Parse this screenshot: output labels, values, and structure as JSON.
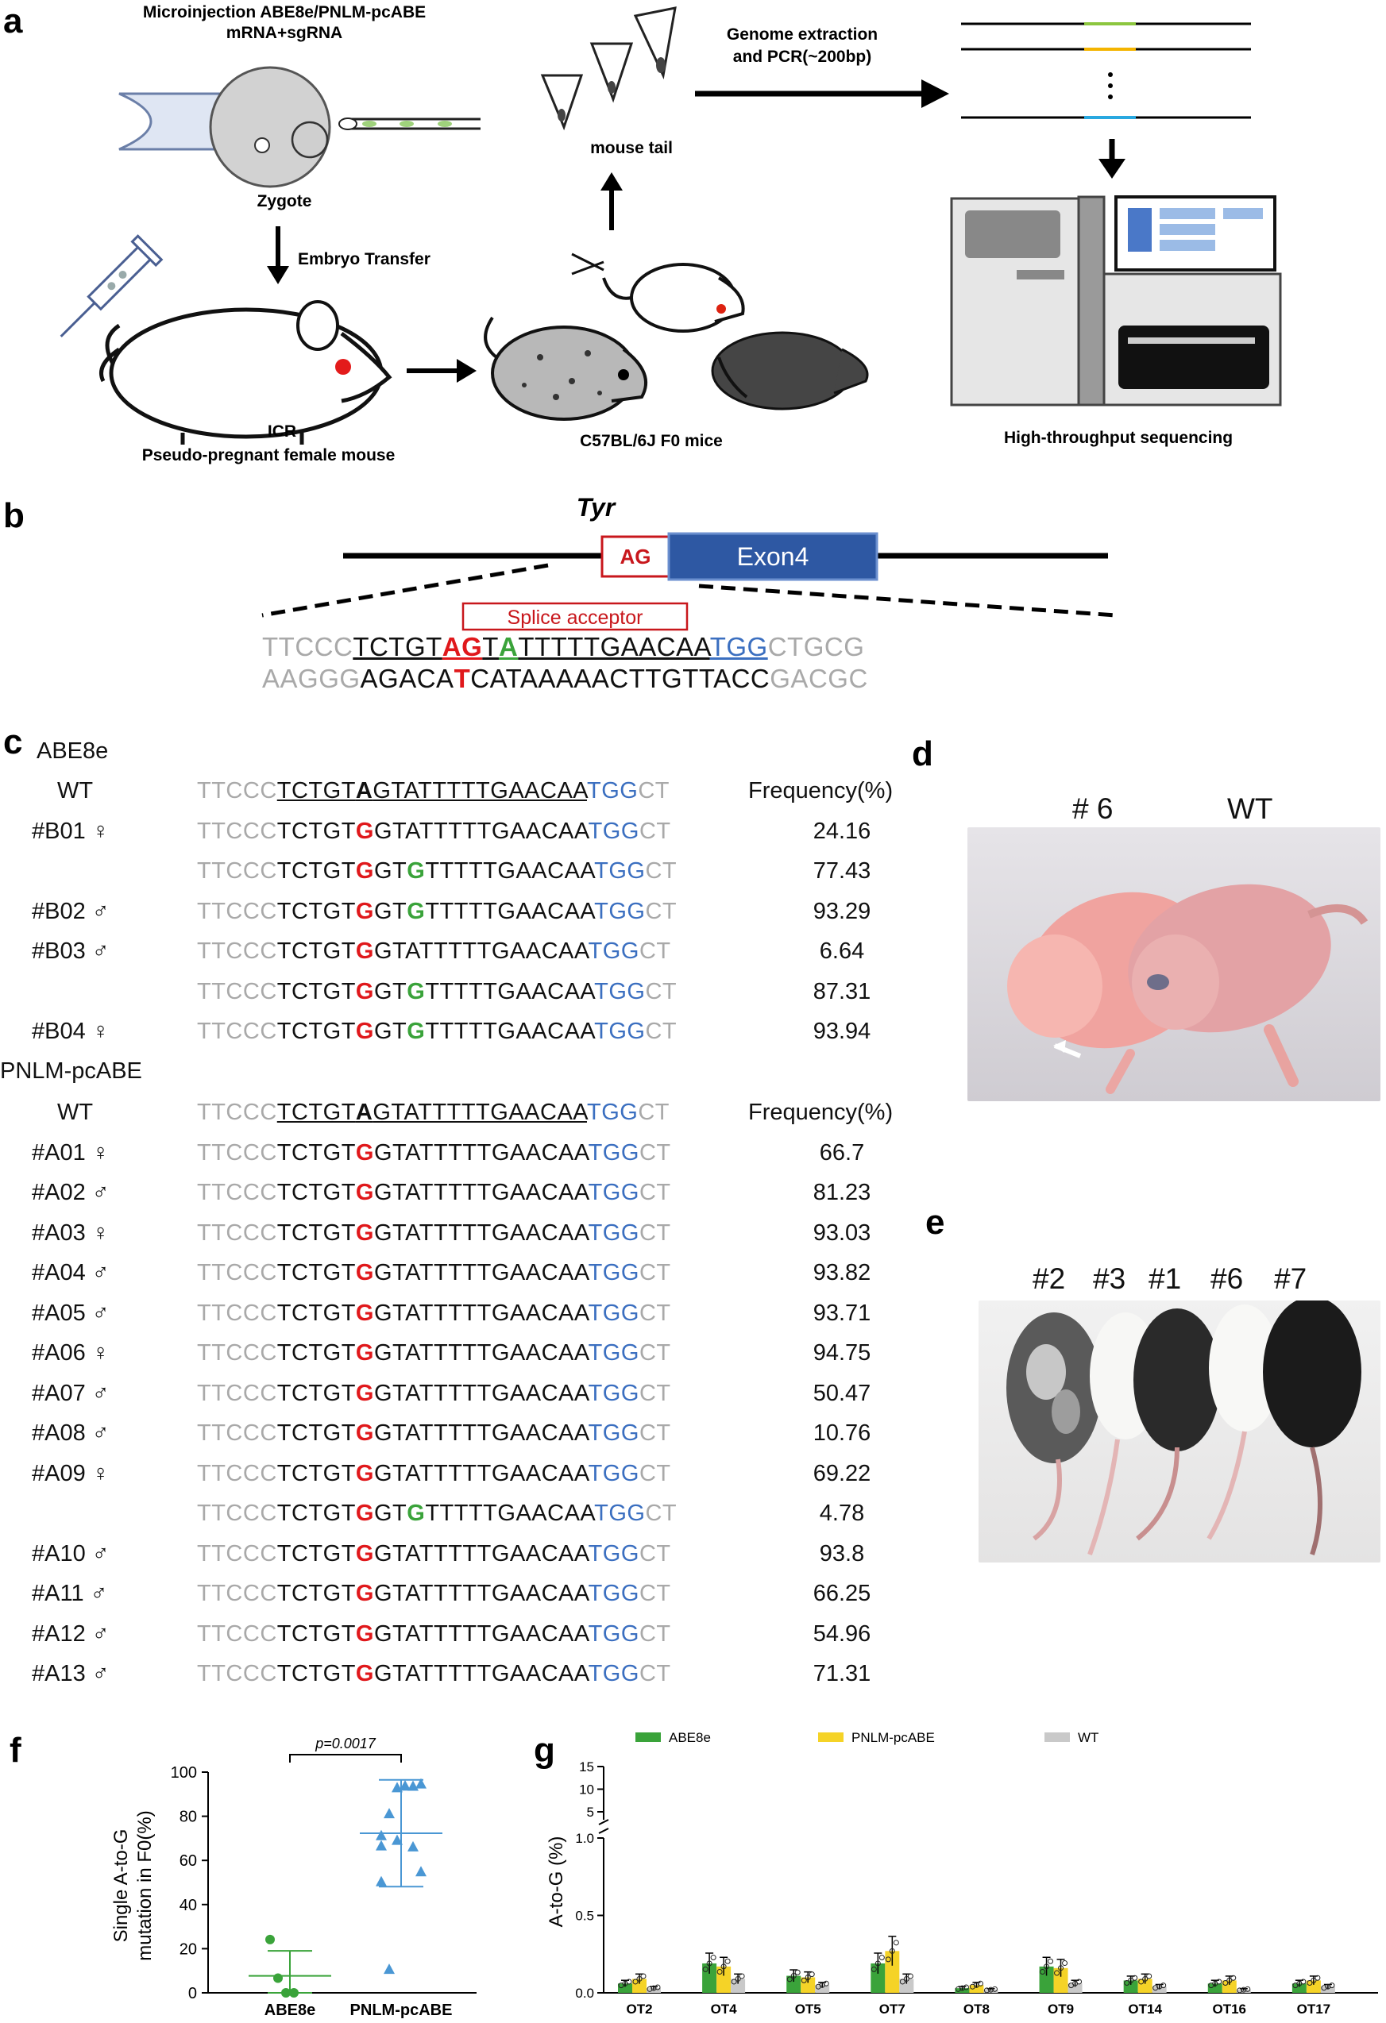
{
  "panel_labels": {
    "a": "a",
    "b": "b",
    "c": "c",
    "d": "d",
    "e": "e",
    "f": "f",
    "g": "g"
  },
  "panel_a": {
    "microinjection": "Microinjection ABE8e/PNLM-pcABE",
    "mrna": "mRNA+sgRNA",
    "zygote": "Zygote",
    "embryo_transfer": "Embryo Transfer",
    "icr": "ICR",
    "pseudo": "Pseudo-pregnant female mouse",
    "f0": "C57BL/6J F0 mice",
    "mouse_tail": "mouse tail",
    "genome1": "Genome extraction",
    "genome2": "and PCR(~200bp)",
    "hts": "High-throughput sequencing"
  },
  "panel_b": {
    "gene": "Tyr",
    "ag": "AG",
    "exon": "Exon4",
    "splice": "Splice acceptor",
    "top_seq": [
      "TTCCC",
      "TCTGT",
      "AG",
      "T",
      "A",
      "TTTTTGAACAA",
      "TGG",
      "CTGCG"
    ],
    "bottom_seq": [
      "AAGGG",
      "AGACA",
      "T",
      "CATAAAAACTTGTTACC",
      "GACGC"
    ]
  },
  "panel_c": {
    "abe_title": "ABE8e",
    "pnlm_title": "PNLM-pcABE",
    "wt": "WT",
    "freq_header": "Frequency(%)",
    "wt_seq": [
      "TTCCC",
      "TCTGT",
      "A",
      "GTATTTTTGAACAA",
      "TGG",
      "CT"
    ],
    "abe_rows": [
      {
        "id": "#B01 ♀",
        "type": "single",
        "freq": "24.16"
      },
      {
        "id": "",
        "type": "double",
        "freq": "77.43"
      },
      {
        "id": "#B02 ♂",
        "type": "double",
        "freq": "93.29"
      },
      {
        "id": "#B03 ♂",
        "type": "single",
        "freq": "6.64"
      },
      {
        "id": "",
        "type": "double",
        "freq": "87.31"
      },
      {
        "id": "#B04 ♀",
        "type": "double",
        "freq": "93.94"
      }
    ],
    "pnlm_rows": [
      {
        "id": "#A01 ♀",
        "type": "single",
        "freq": "66.7"
      },
      {
        "id": "#A02 ♂",
        "type": "single",
        "freq": "81.23"
      },
      {
        "id": "#A03 ♀",
        "type": "single",
        "freq": "93.03"
      },
      {
        "id": "#A04 ♂",
        "type": "single",
        "freq": "93.82"
      },
      {
        "id": "#A05 ♂",
        "type": "single",
        "freq": "93.71"
      },
      {
        "id": "#A06 ♀",
        "type": "single",
        "freq": "94.75"
      },
      {
        "id": "#A07 ♂",
        "type": "single",
        "freq": "50.47"
      },
      {
        "id": "#A08 ♂",
        "type": "single",
        "freq": "10.76"
      },
      {
        "id": "#A09 ♀",
        "type": "single",
        "freq": "69.22"
      },
      {
        "id": "",
        "type": "double2",
        "freq": "4.78"
      },
      {
        "id": "#A10 ♂",
        "type": "single",
        "freq": "93.8"
      },
      {
        "id": "#A11 ♂",
        "type": "single",
        "freq": "66.25"
      },
      {
        "id": "#A12 ♂",
        "type": "single",
        "freq": "54.96"
      },
      {
        "id": "#A13 ♂",
        "type": "single",
        "freq": "71.31"
      }
    ],
    "single_seq": [
      "TTCCC",
      "TCTGT",
      "G",
      "GTATTTTTGAACAA",
      "TGG",
      "CT"
    ],
    "double_seq": [
      "TTCCC",
      "TCTGT",
      "G",
      "GT",
      "G",
      "TTTTTGAACAA",
      "TGG",
      "CT"
    ],
    "double2_seq": [
      "TTCCC",
      "TCTGT",
      "G",
      "GT",
      "G",
      "TTTTTGAACAA",
      "TGG",
      "CT"
    ]
  },
  "panel_d": {
    "label1": "# 6",
    "label2": "WT"
  },
  "panel_e": {
    "labels": [
      "#2",
      "#3",
      "#1",
      "#6",
      "#7"
    ]
  },
  "chart_data": [
    {
      "type": "scatter",
      "ylabel_line1": "Single A-to-G",
      "ylabel_line2": "mutation in F0(%)",
      "categories": [
        "ABE8e",
        "PNLM-pcABE"
      ],
      "yticks": [
        "0",
        "20",
        "40",
        "60",
        "80",
        "100"
      ],
      "ylim": [
        0,
        100
      ],
      "pvalue": "p=0.0017",
      "series": [
        {
          "values": [
            24.16,
            6.64,
            0,
            0
          ],
          "mean": 7.7,
          "sd": 11.3,
          "color": "#3aa33a",
          "marker": "circle"
        },
        {
          "values": [
            66.7,
            81.23,
            93.03,
            93.82,
            93.71,
            94.75,
            50.47,
            10.76,
            69.22,
            93.8,
            66.25,
            54.96,
            71.31
          ],
          "mean": 72.3,
          "sd": 24.2,
          "color": "#4a97d4",
          "marker": "triangle"
        }
      ]
    },
    {
      "type": "bar",
      "ylabel": "A-to-G (%)",
      "categories": [
        "OT2",
        "OT4",
        "OT5",
        "OT7",
        "OT8",
        "OT9",
        "OT14",
        "OT16",
        "OT17"
      ],
      "yticks_lower": [
        "0.0",
        "0.5",
        "1.0"
      ],
      "yticks_upper": [
        "5",
        "10",
        "15"
      ],
      "ylim_lower": [
        0,
        1
      ],
      "ylim_upper": [
        5,
        15
      ],
      "legend": [
        "ABE8e",
        "PNLM-pcABE",
        "WT"
      ],
      "legend_placement": "top",
      "series": [
        {
          "name": "ABE8e",
          "color": "#3aa33a",
          "values": [
            0.06,
            0.19,
            0.11,
            0.19,
            0.03,
            0.17,
            0.08,
            0.06,
            0.06
          ]
        },
        {
          "name": "PNLM-pcABE",
          "color": "#f5d327",
          "values": [
            0.09,
            0.17,
            0.1,
            0.27,
            0.05,
            0.16,
            0.09,
            0.08,
            0.08
          ]
        },
        {
          "name": "WT",
          "color": "#c9c9c9",
          "values": [
            0.03,
            0.09,
            0.05,
            0.09,
            0.02,
            0.06,
            0.04,
            0.02,
            0.04
          ]
        }
      ]
    }
  ]
}
